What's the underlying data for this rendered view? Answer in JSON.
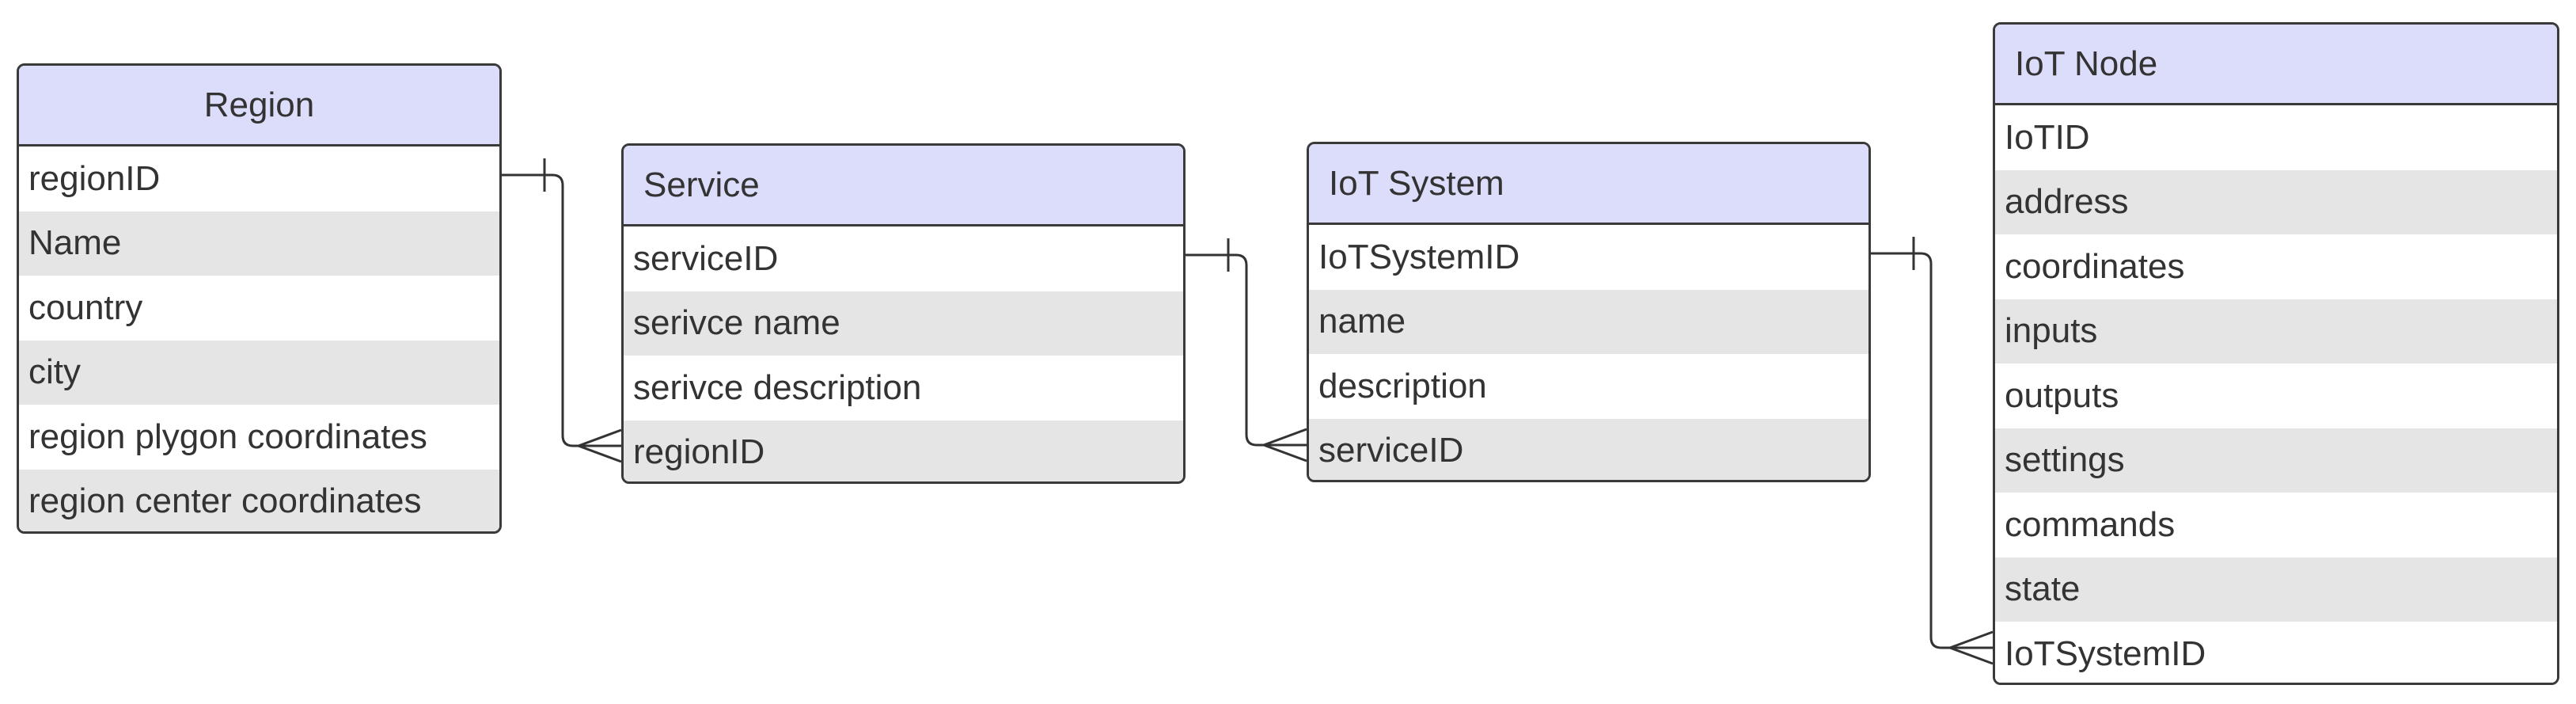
{
  "entities": {
    "region": {
      "title": "Region",
      "fields": [
        "regionID",
        "Name",
        "country",
        "city",
        "region plygon coordinates",
        "region center coordinates"
      ]
    },
    "service": {
      "title": "Service",
      "fields": [
        "serviceID",
        "serivce name",
        "serivce description",
        "regionID"
      ]
    },
    "iot_system": {
      "title": "IoT System",
      "fields": [
        "IoTSystemID",
        "name",
        "description",
        "serviceID"
      ]
    },
    "iot_node": {
      "title": "IoT Node",
      "fields": [
        "IoTID",
        "address",
        "coordinates",
        "inputs",
        "outputs",
        "settings",
        "commands",
        "state",
        "IoTSystemID"
      ]
    }
  },
  "relationships": [
    {
      "from": "Region.regionID",
      "to": "Service.regionID",
      "from_cardinality": "one",
      "to_cardinality": "many"
    },
    {
      "from": "Service.serviceID",
      "to": "IoT System.serviceID",
      "from_cardinality": "one",
      "to_cardinality": "many"
    },
    {
      "from": "IoT System.IoTSystemID",
      "to": "IoT Node.IoTSystemID",
      "from_cardinality": "one",
      "to_cardinality": "many"
    }
  ]
}
